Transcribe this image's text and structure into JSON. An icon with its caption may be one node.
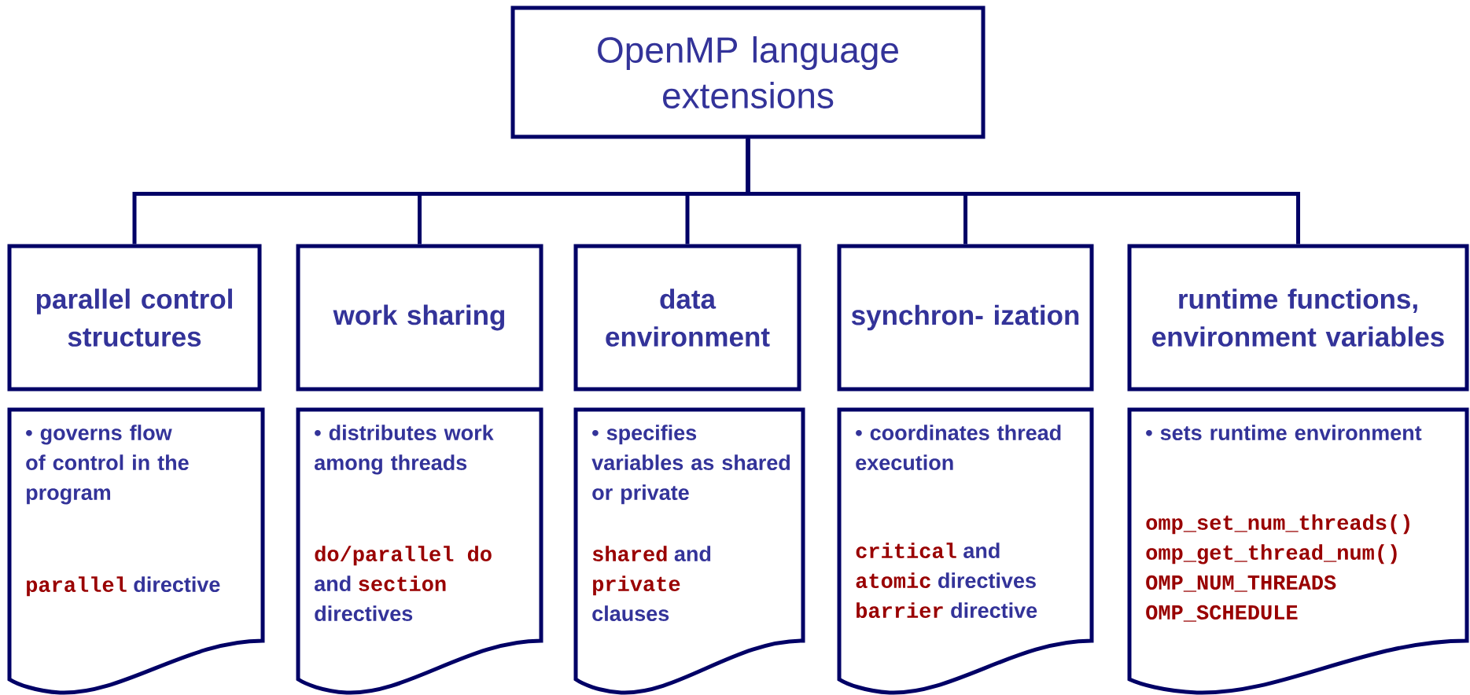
{
  "diagram": {
    "nodes": [
      {
        "text": [
          "OpenMP language extensions"
        ]
      },
      {
        "text": [
          "parallel control structures"
        ]
      },
      {
        "text": [
          "work sharing"
        ]
      },
      {
        "text": [
          "data environment"
        ]
      },
      {
        "text": [
          "synchron- ization"
        ]
      },
      {
        "text": [
          "runtime functions, environment variables"
        ]
      },
      {
        "text": [
          "• governs flow of control in the program",
          "parallel",
          "directive"
        ]
      },
      {
        "text": [
          "• distributes work among threads",
          "do/parallel do",
          "and",
          "section",
          "directives"
        ]
      },
      {
        "text": [
          "• specifies variables as shared or private",
          "shared",
          "and",
          "private",
          "clauses"
        ]
      },
      {
        "text": [
          "• coordinates thread execution",
          "critical",
          "and",
          "atomic",
          "directives",
          "barrier",
          "directive"
        ]
      },
      {
        "text": [
          "• sets runtime environment",
          "omp_set_num_threads()",
          "omp_get_thread_num()",
          "OMP_NUM_THREADS",
          "OMP_SCHEDULE"
        ]
      }
    ],
    "edges": [
      {
        "from": 0,
        "to": 1,
        "arrow": "none"
      },
      {
        "from": 0,
        "to": 2,
        "arrow": "none"
      },
      {
        "from": 0,
        "to": 3,
        "arrow": "none"
      },
      {
        "from": 0,
        "to": 4,
        "arrow": "none"
      },
      {
        "from": 0,
        "to": 5,
        "arrow": "none"
      }
    ]
  }
}
